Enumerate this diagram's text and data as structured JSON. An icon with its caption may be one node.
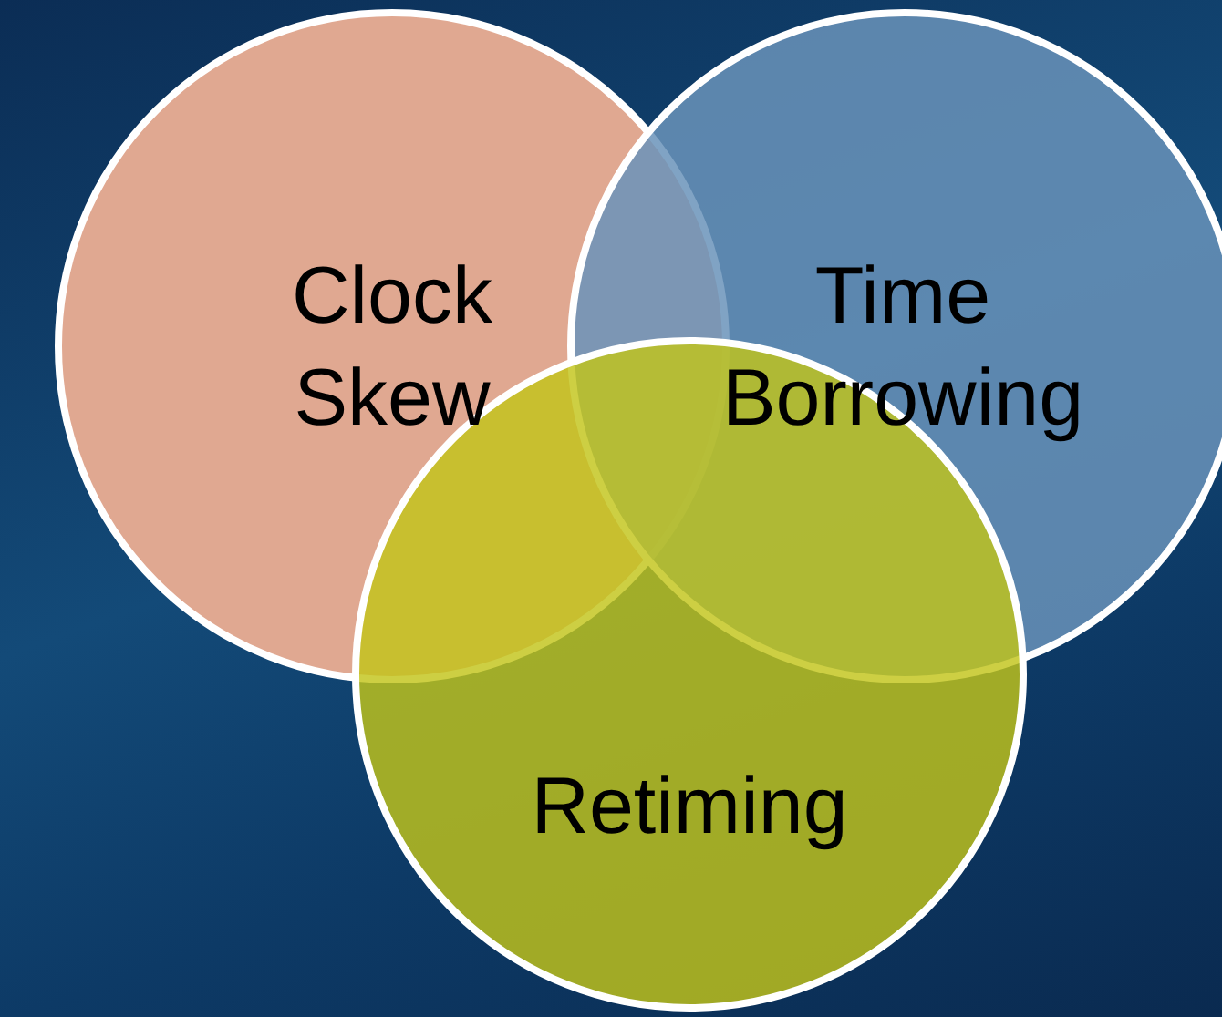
{
  "diagram": {
    "nodes": [
      {
        "text": [
          "Clock Skew"
        ]
      },
      {
        "text": [
          "Time Borrowing"
        ]
      },
      {
        "text": [
          "Retiming"
        ]
      }
    ]
  }
}
